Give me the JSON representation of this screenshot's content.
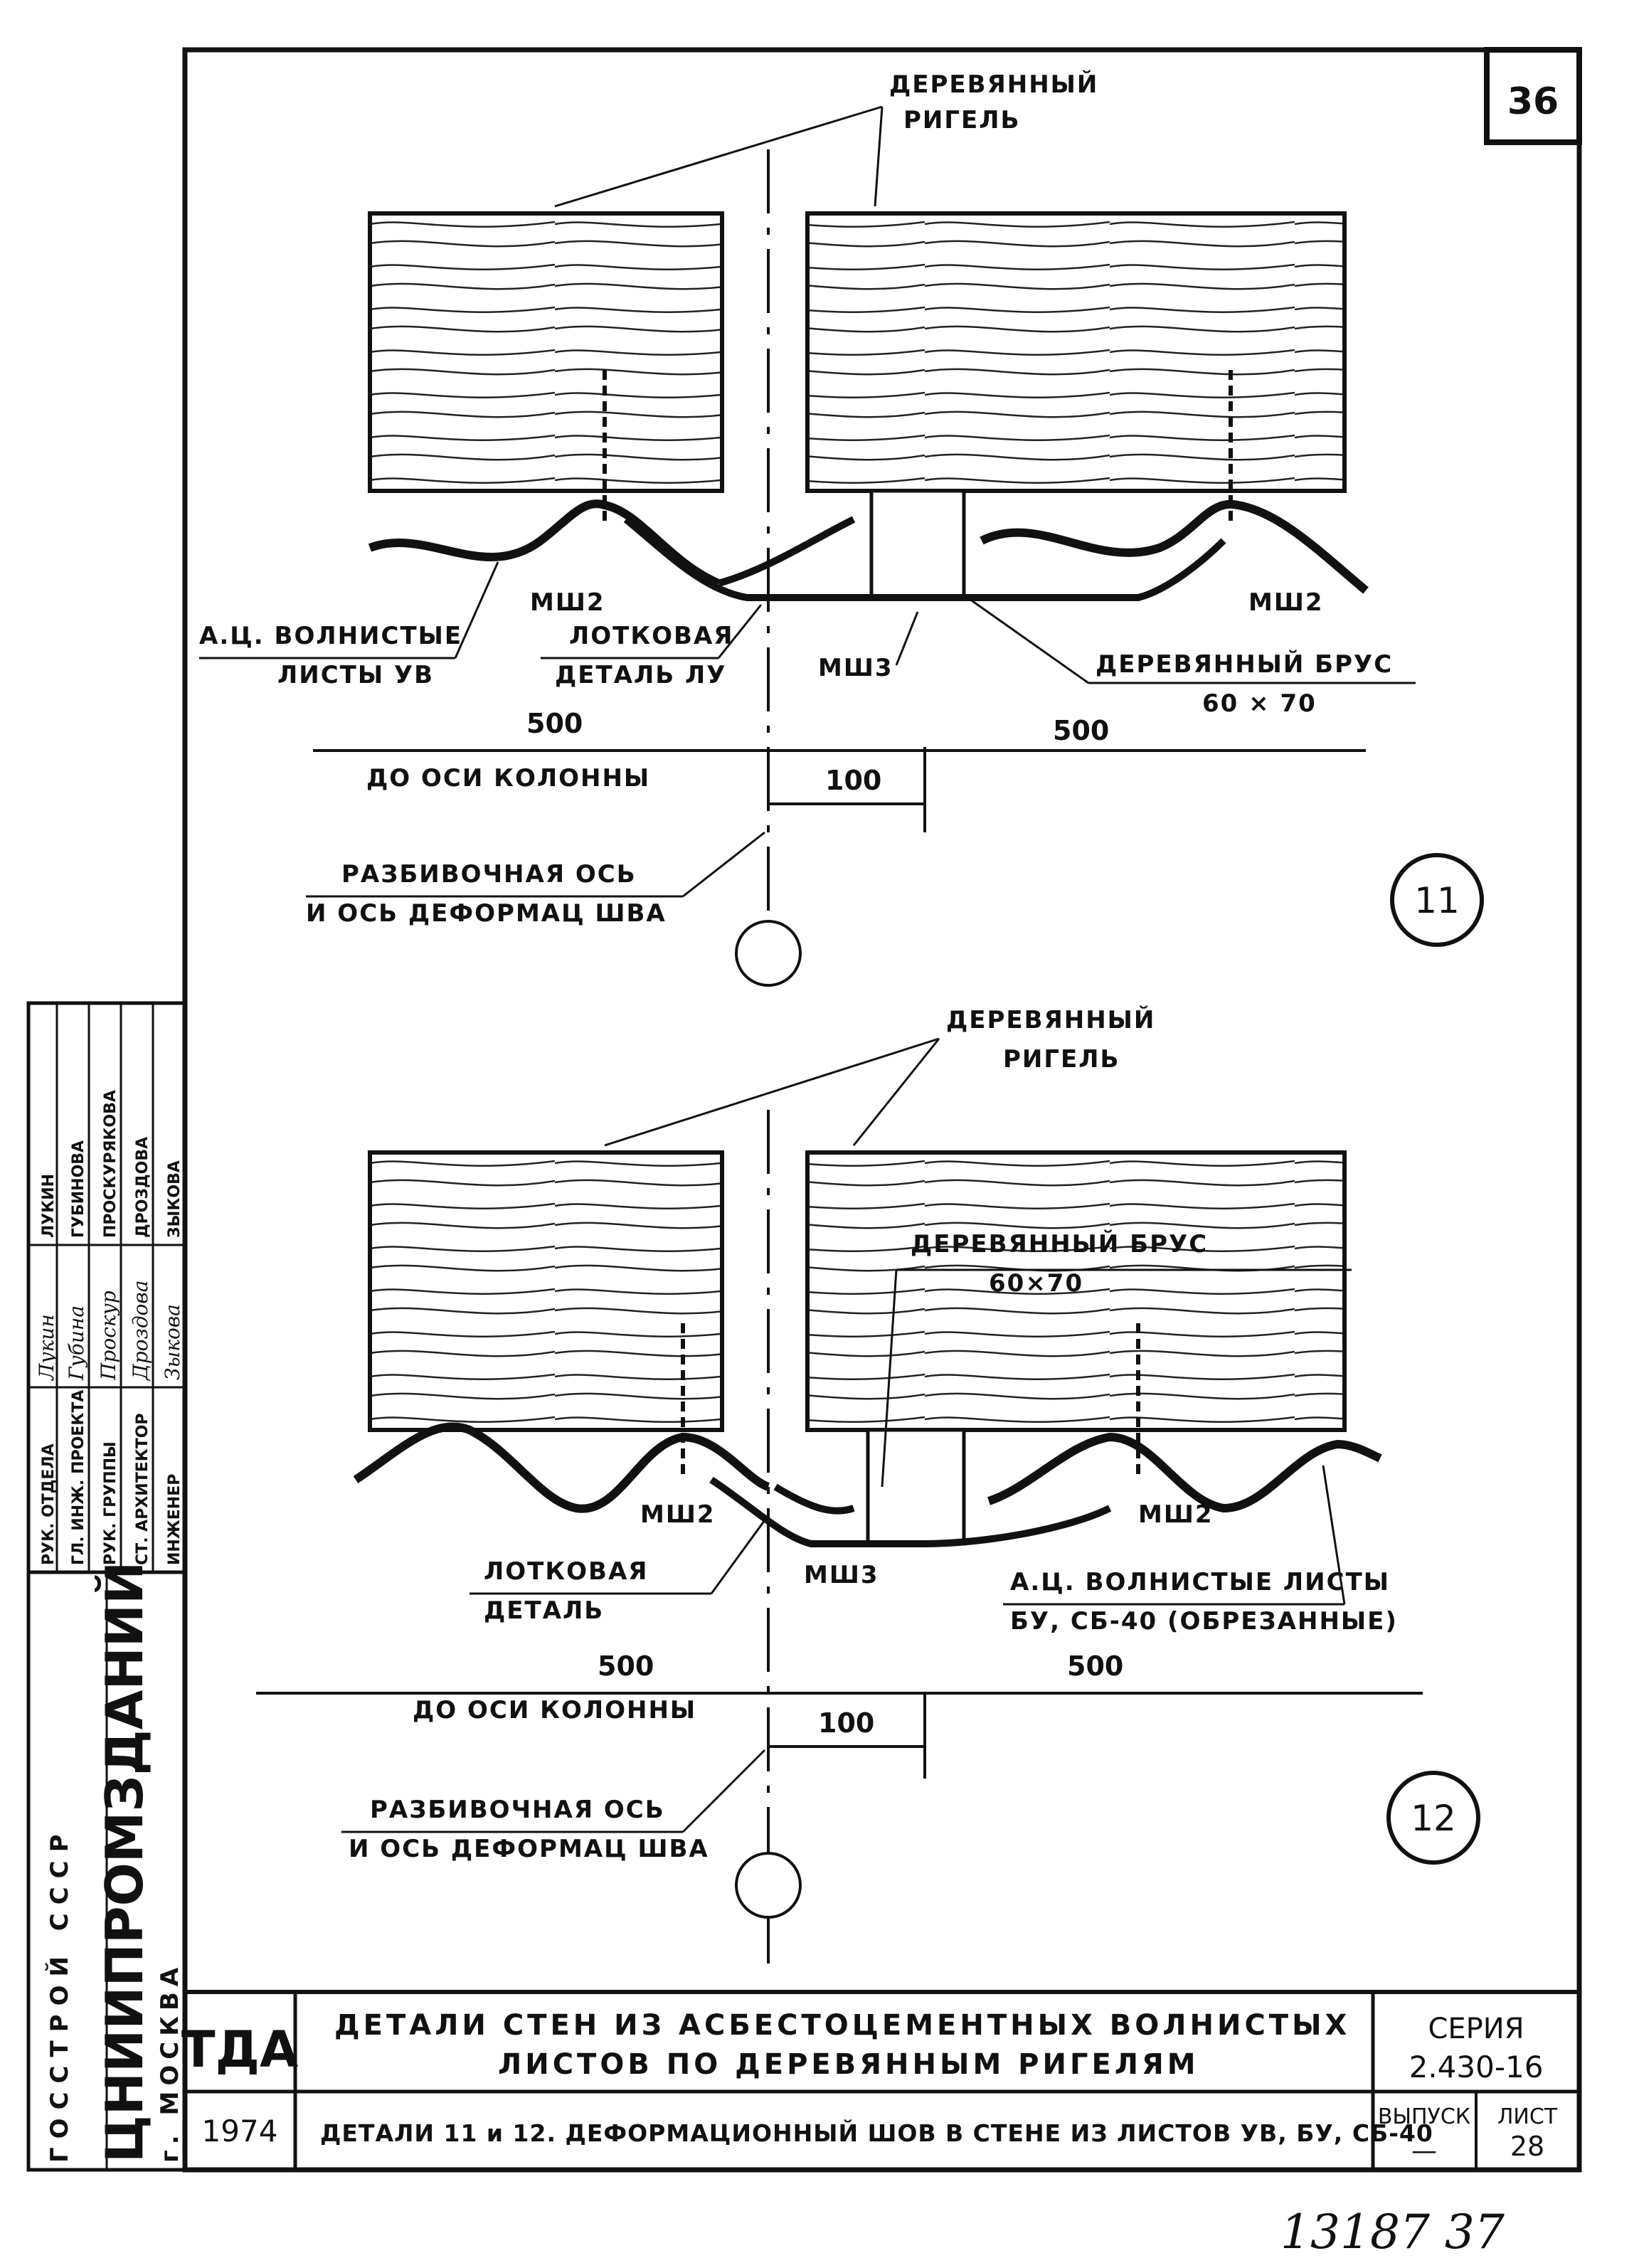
{
  "sheet_number": "36",
  "detail11": {
    "number": "11",
    "rigel_label_1": "ДЕРЕВЯННЫЙ",
    "rigel_label_2": "РИГЕЛЬ",
    "sheets_label_1": "А.Ц. ВОЛНИСТЫЕ",
    "sheets_label_2": "ЛИСТЫ УВ",
    "tray_label_1": "ЛОТКОВАЯ",
    "tray_label_2": "ДЕТАЛЬ ЛУ",
    "msh2_left": "МШ2",
    "msh2_right": "МШ2",
    "msh3": "МШ3",
    "bar_label_1": "ДЕРЕВЯННЫЙ БРУС",
    "bar_label_2": "60 × 70",
    "dim_left": "500",
    "dim_right": "500",
    "dim_center": "100",
    "to_column_axis": "ДО ОСИ КОЛОННЫ",
    "axis_label_1": "РАЗБИВОЧНАЯ ОСЬ",
    "axis_label_2": "И ОСЬ ДЕФОРМАЦ ШВА"
  },
  "detail12": {
    "number": "12",
    "rigel_label_1": "ДЕРЕВЯННЫЙ",
    "rigel_label_2": "РИГЕЛЬ",
    "bar_label_1": "ДЕРЕВЯННЫЙ БРУС",
    "bar_label_2": "60×70",
    "msh2_left": "МШ2",
    "msh2_right": "МШ2",
    "msh3": "МШ3",
    "tray_label_1": "ЛОТКОВАЯ",
    "tray_label_2": "ДЕТАЛЬ",
    "sheets_label_1": "А.Ц. ВОЛНИСТЫЕ ЛИСТЫ",
    "sheets_label_2": "БУ, СБ-40 (ОБРЕЗАННЫЕ)",
    "dim_left": "500",
    "dim_right": "500",
    "dim_center": "100",
    "to_column_axis": "ДО ОСИ КОЛОННЫ",
    "axis_label_1": "РАЗБИВОЧНАЯ ОСЬ",
    "axis_label_2": "И ОСЬ ДЕФОРМАЦ ШВА"
  },
  "side_stamp": {
    "org_1": "ГОССТРОЙ СССР",
    "org_2": "ЦНИИПРОМЗДАНИЙ",
    "city": "г. МОСКВА",
    "roles": [
      "РУК. ОТДЕЛА",
      "ГЛ. ИНЖ. ПРОЕКТА",
      "РУК. ГРУППЫ",
      "СТ. АРХИТЕКТОР",
      "ИНЖЕНЕР"
    ],
    "signatures": [
      "Лукин",
      "Губина",
      "Проскур",
      "Дроздова",
      "Зыкова"
    ],
    "names": [
      "ЛУКИН",
      "ГУБИНОВА",
      "ПРОСКУРЯКОВА",
      "ДРОЗДОВА",
      "ЗЫКОВА"
    ]
  },
  "title_block": {
    "logo": "ТДА",
    "title_1": "ДЕТАЛИ СТЕН ИЗ АСБЕСТОЦЕМЕНТНЫХ ВОЛНИСТЫХ",
    "title_2": "ЛИСТОВ ПО ДЕРЕВЯННЫМ РИГЕЛЯМ",
    "series_label": "СЕРИЯ",
    "series_value": "2.430-16",
    "year": "1974",
    "subtitle": "ДЕТАЛИ 11 и 12. ДЕФОРМАЦИОННЫЙ ШОВ В СТЕНЕ ИЗ ЛИСТОВ УВ, БУ, СБ-40",
    "issue_label": "ВЫПУСК",
    "issue_value": "—",
    "sheet_label": "ЛИСТ",
    "sheet_value": "28"
  },
  "footer_number": "13187 37"
}
